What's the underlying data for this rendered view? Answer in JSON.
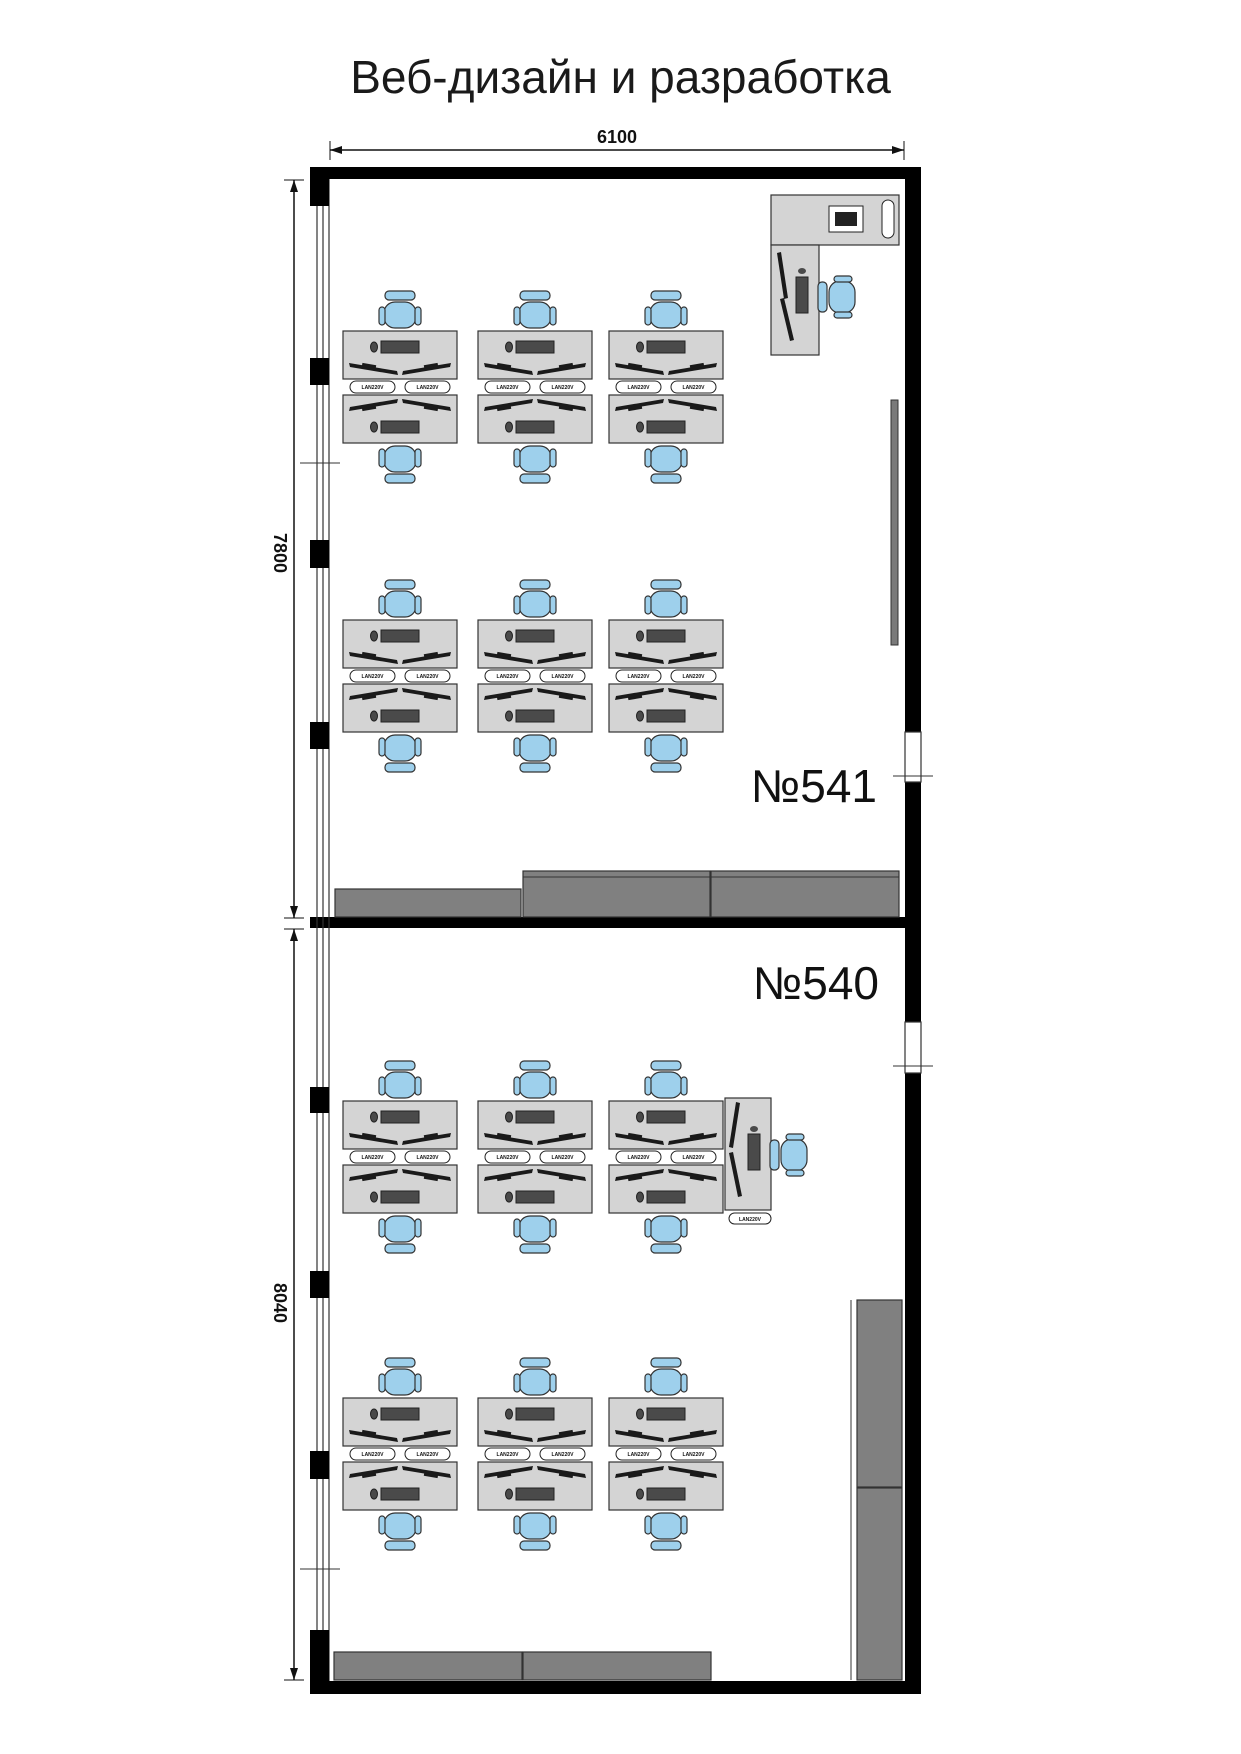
{
  "title": "Веб-дизайн и разработка",
  "dimensions": {
    "width_label": "6100",
    "upper_height_label": "7800",
    "lower_height_label": "8040"
  },
  "rooms": [
    {
      "number": "№541"
    },
    {
      "number": "№540"
    }
  ],
  "socket_label": "LAN220V",
  "colors": {
    "wall": "#000000",
    "desk": "#d4d4d4",
    "chair": "#9ed0ec",
    "cabinet": "#808080",
    "monitor": "#1a1a1a"
  },
  "icons": {
    "chair": "office-chair-icon",
    "monitor": "monitor-icon",
    "printer": "printer-icon",
    "socket": "lan-socket-icon"
  }
}
